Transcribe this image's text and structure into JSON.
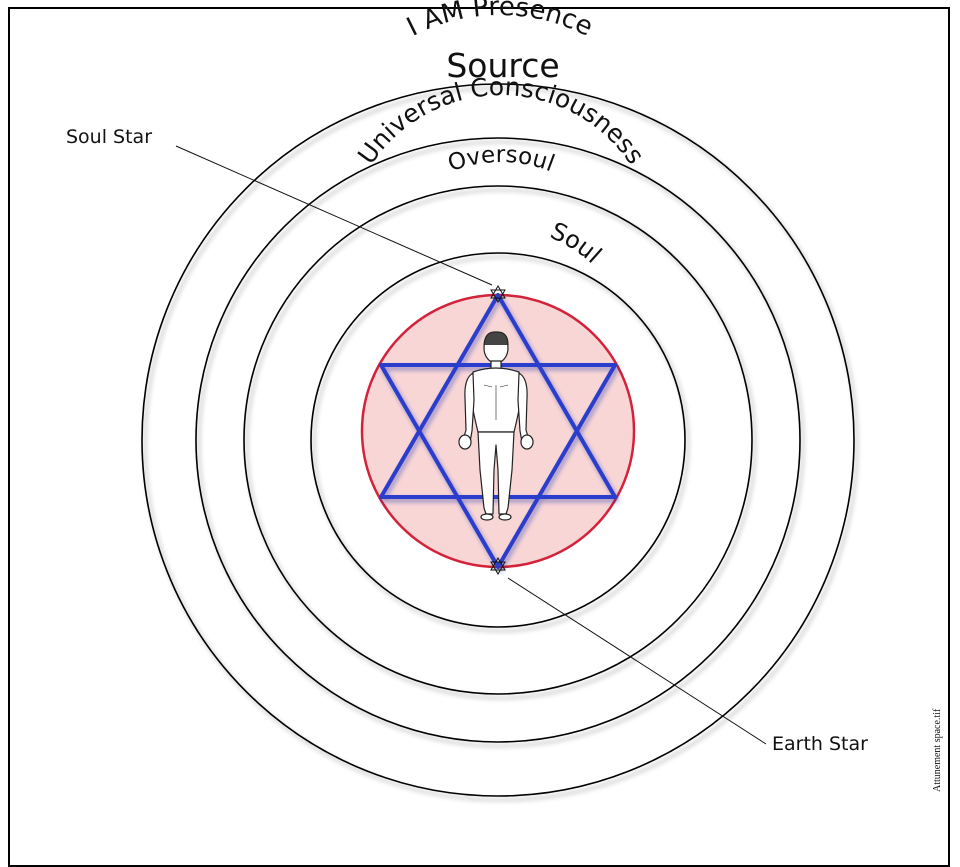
{
  "diagram": {
    "ring_labels": {
      "source": "Source",
      "i_am_presence": "I AM Presence",
      "universal_consciousness": "Universal Consciousness",
      "oversoul": "Oversoul",
      "soul": "Soul"
    },
    "callouts": {
      "soul_star": "Soul Star",
      "earth_star": "Earth Star"
    },
    "side_caption": "Attunement space.tif",
    "colors": {
      "ring_stroke": "#000000",
      "soul_fill": "#f9d6d6",
      "soul_stroke": "#d3223a",
      "star_stroke": "#2a3ccc"
    }
  }
}
